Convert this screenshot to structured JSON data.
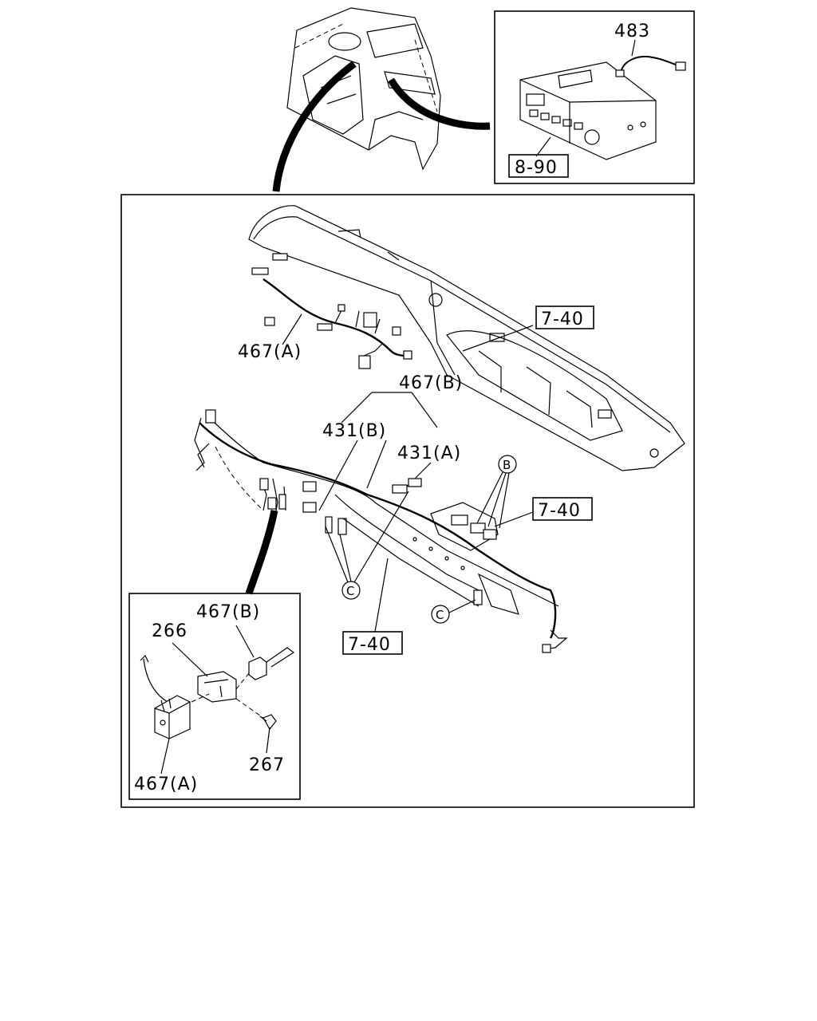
{
  "callouts": {
    "part_483": "483",
    "ref_8_90": "8-90",
    "ref_7_40_top": "7-40",
    "part_467a_top": "467(A)",
    "part_467b_top": "467(B)",
    "part_431b": "431(B)",
    "part_431a": "431(A)",
    "marker_b": "B",
    "ref_7_40_right": "7-40",
    "marker_c_left": "C",
    "marker_c_right": "C",
    "ref_7_40_bottom": "7-40",
    "inset_467b": "467(B)",
    "inset_266": "266",
    "inset_267": "267",
    "inset_467a": "467(A)"
  }
}
